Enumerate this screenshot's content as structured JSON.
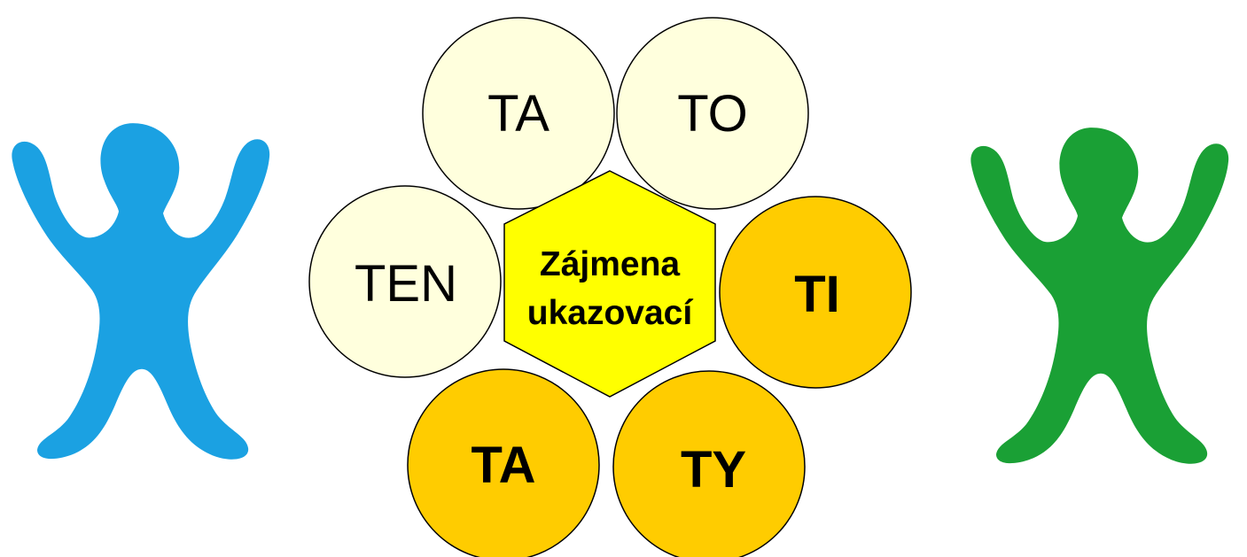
{
  "diagram": {
    "center": {
      "line1": "Zájmena",
      "line2": "ukazovací",
      "fill": "#ffff00"
    },
    "circles": [
      {
        "id": "ta-top",
        "label": "TA",
        "fill": "#ffffdd",
        "bold": false
      },
      {
        "id": "to-top",
        "label": "TO",
        "fill": "#ffffdd",
        "bold": false
      },
      {
        "id": "ten",
        "label": "TEN",
        "fill": "#ffffdd",
        "bold": false
      },
      {
        "id": "ti",
        "label": "TI",
        "fill": "#ffcc00",
        "bold": true
      },
      {
        "id": "ta-bottom",
        "label": "TA",
        "fill": "#ffcc00",
        "bold": true
      },
      {
        "id": "ty",
        "label": "TY",
        "fill": "#ffcc00",
        "bold": true
      }
    ]
  },
  "figures": {
    "left": {
      "icon": "person-arms-raised-icon",
      "color": "#1ba1e2"
    },
    "right": {
      "icon": "person-arms-raised-icon",
      "color": "#1aa035"
    }
  }
}
